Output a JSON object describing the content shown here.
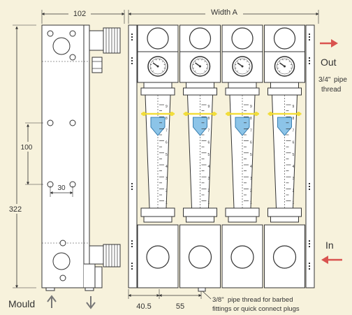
{
  "side_view": {
    "width_dim": "102",
    "height_dim": "322",
    "spacing_dim": "100",
    "hole_dim": "30",
    "mould_label": "Mould"
  },
  "front_view": {
    "width_label": "Width A",
    "out_label": "Out",
    "in_label": "In",
    "outlet_thread_fraction": "3/4\"",
    "outlet_thread_line1": "pipe",
    "outlet_thread_line2": "thread",
    "inlet_thread_fraction": "3/8\"",
    "inlet_thread_line1": "pipe thread for barbed",
    "inlet_thread_line2": "fittings or quick connect plugs",
    "edge_dim": "40.5",
    "pitch_dim": "55",
    "unit_count": 4,
    "scale_ticks": [
      "9",
      "8",
      "7",
      "6",
      "5",
      "4",
      "3",
      "2",
      "1"
    ]
  },
  "colors": {
    "line": "#333333",
    "arrow": "#d9534f",
    "float": "#8cc4e8",
    "marker": "#f2dd3a"
  },
  "icons": [
    "up-arrow-icon",
    "down-arrow-icon",
    "out-arrow-icon",
    "in-arrow-icon",
    "pressure-gauge-icon",
    "flow-float-icon"
  ]
}
